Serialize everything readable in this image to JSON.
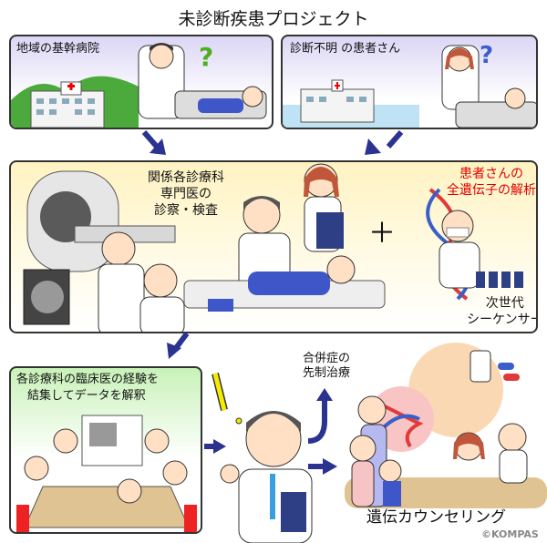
{
  "title": "未診断疾患プロジェクト",
  "panels": {
    "regional_hospital": "地域の基幹病院",
    "undiagnosed_patient": "診断不明 の患者さん",
    "specialists": [
      "関係各診療科",
      "専門医の",
      "診察・検査"
    ],
    "genome": [
      "患者さんの",
      "全遺伝子の解析"
    ],
    "sequencer": [
      "次世代",
      "シーケンサー"
    ],
    "plus": "＋",
    "interpret": [
      "各診療科の臨床医の経験を",
      "結集してデータを解釈"
    ],
    "preemptive": [
      "合併症の",
      "先制治療"
    ],
    "counseling": "遺伝カウンセリング"
  },
  "marks": {
    "question": "?",
    "exclaim": "!"
  },
  "copyright": "©KOMPAS",
  "colors": {
    "arrow": "#2b3390",
    "panel_border": "#333333",
    "accent_red": "#e00000",
    "question_green": "#4caf1e",
    "question_blue": "#3a5fc8"
  }
}
